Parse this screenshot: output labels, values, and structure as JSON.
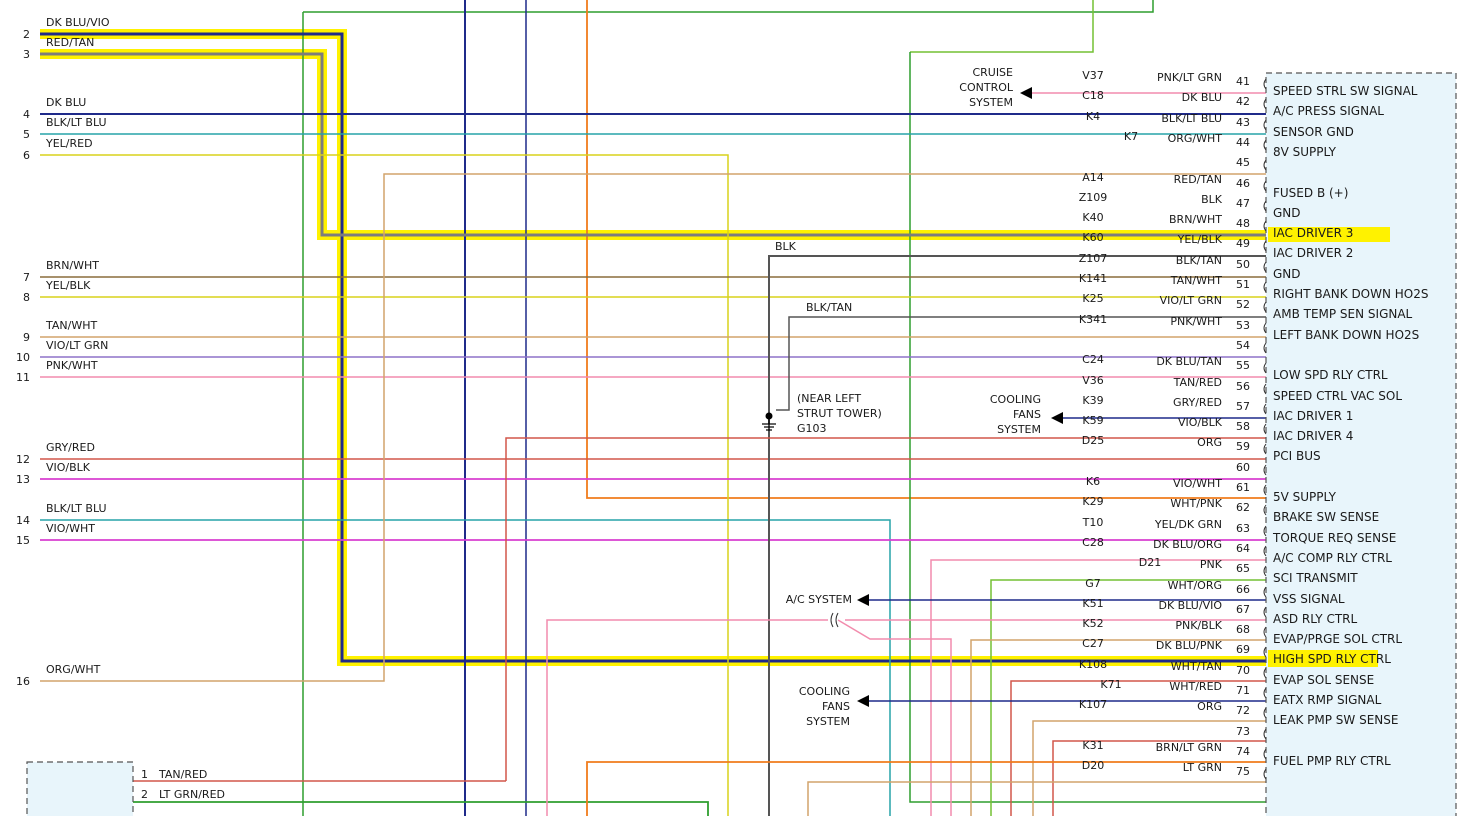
{
  "colors": {
    "dk_blu": "#1f2a8a",
    "lt_blu": "#27a3a8",
    "orange": "#f07c1c",
    "green": "#2f9e2f",
    "lt_green": "#74c134",
    "yellow": "#d8d21c",
    "gray": "#7d7d7d",
    "brown": "#8a6d3b",
    "tan": "#d2a46c",
    "violet": "#8d72c9",
    "pink": "#f28cad",
    "red": "#d2564a",
    "magenta": "#d83fd0",
    "highlight": "#fff200",
    "module_fill": "#e8f5fb"
  },
  "left_wires": [
    {
      "pin": "2",
      "label": "DK BLU/VIO"
    },
    {
      "pin": "3",
      "label": "RED/TAN"
    },
    {
      "pin": "4",
      "label": "DK BLU"
    },
    {
      "pin": "5",
      "label": "BLK/LT BLU"
    },
    {
      "pin": "6",
      "label": "YEL/RED"
    },
    {
      "pin": "7",
      "label": "BRN/WHT"
    },
    {
      "pin": "8",
      "label": "YEL/BLK"
    },
    {
      "pin": "9",
      "label": "TAN/WHT"
    },
    {
      "pin": "10",
      "label": "VIO/LT GRN"
    },
    {
      "pin": "11",
      "label": "PNK/WHT"
    },
    {
      "pin": "12",
      "label": "GRY/RED"
    },
    {
      "pin": "13",
      "label": "VIO/BLK"
    },
    {
      "pin": "14",
      "label": "BLK/LT BLU"
    },
    {
      "pin": "15",
      "label": "VIO/WHT"
    },
    {
      "pin": "16",
      "label": "ORG/WHT"
    }
  ],
  "bottom_connector": [
    {
      "pin": "1",
      "label": "TAN/RED"
    },
    {
      "pin": "2",
      "label": "LT GRN/RED"
    }
  ],
  "pcm_pins": [
    {
      "pin": "41",
      "circuit": "V37",
      "wire": "PNK/LT GRN",
      "function": "SPEED STRL SW SIGNAL"
    },
    {
      "pin": "42",
      "circuit": "C18",
      "wire": "DK BLU",
      "function": "A/C PRESS SIGNAL"
    },
    {
      "pin": "43",
      "circuit": "K4",
      "wire": "BLK/LT BLU",
      "function": "SENSOR GND"
    },
    {
      "pin": "44",
      "circuit": "K7",
      "wire": "ORG/WHT",
      "function": "8V SUPPLY"
    },
    {
      "pin": "45",
      "circuit": "",
      "wire": "",
      "function": ""
    },
    {
      "pin": "46",
      "circuit": "A14",
      "wire": "RED/TAN",
      "function": "FUSED B (+)"
    },
    {
      "pin": "47",
      "circuit": "Z109",
      "wire": "BLK",
      "function": "GND"
    },
    {
      "pin": "48",
      "circuit": "K40",
      "wire": "BRN/WHT",
      "function": "IAC DRIVER 3"
    },
    {
      "pin": "49",
      "circuit": "K60",
      "wire": "YEL/BLK",
      "function": "IAC DRIVER 2"
    },
    {
      "pin": "50",
      "circuit": "Z107",
      "wire": "BLK/TAN",
      "function": "GND"
    },
    {
      "pin": "51",
      "circuit": "K141",
      "wire": "TAN/WHT",
      "function": "RIGHT BANK DOWN HO2S"
    },
    {
      "pin": "52",
      "circuit": "K25",
      "wire": "VIO/LT GRN",
      "function": "AMB TEMP SEN SIGNAL"
    },
    {
      "pin": "53",
      "circuit": "K341",
      "wire": "PNK/WHT",
      "function": "LEFT BANK DOWN HO2S"
    },
    {
      "pin": "54",
      "circuit": "",
      "wire": "",
      "function": ""
    },
    {
      "pin": "55",
      "circuit": "C24",
      "wire": "DK BLU/TAN",
      "function": "LOW SPD RLY CTRL"
    },
    {
      "pin": "56",
      "circuit": "V36",
      "wire": "TAN/RED",
      "function": "SPEED CTRL VAC SOL"
    },
    {
      "pin": "57",
      "circuit": "K39",
      "wire": "GRY/RED",
      "function": "IAC DRIVER 1"
    },
    {
      "pin": "58",
      "circuit": "K59",
      "wire": "VIO/BLK",
      "function": "IAC DRIVER 4"
    },
    {
      "pin": "59",
      "circuit": "D25",
      "wire": "ORG",
      "function": "PCI BUS"
    },
    {
      "pin": "60",
      "circuit": "",
      "wire": "",
      "function": ""
    },
    {
      "pin": "61",
      "circuit": "K6",
      "wire": "VIO/WHT",
      "function": "5V SUPPLY"
    },
    {
      "pin": "62",
      "circuit": "K29",
      "wire": "WHT/PNK",
      "function": "BRAKE SW SENSE"
    },
    {
      "pin": "63",
      "circuit": "T10",
      "wire": "YEL/DK GRN",
      "function": "TORQUE REQ SENSE"
    },
    {
      "pin": "64",
      "circuit": "C28",
      "wire": "DK BLU/ORG",
      "function": "A/C COMP RLY CTRL"
    },
    {
      "pin": "65",
      "circuit": "D21",
      "wire": "PNK",
      "function": "SCI TRANSMIT"
    },
    {
      "pin": "66",
      "circuit": "G7",
      "wire": "WHT/ORG",
      "function": "VSS SIGNAL"
    },
    {
      "pin": "67",
      "circuit": "K51",
      "wire": "DK BLU/VIO",
      "function": "ASD RLY CTRL"
    },
    {
      "pin": "68",
      "circuit": "K52",
      "wire": "PNK/BLK",
      "function": "EVAP/PRGE SOL CTRL"
    },
    {
      "pin": "69",
      "circuit": "C27",
      "wire": "DK BLU/PNK",
      "function": "HIGH SPD RLY CTRL"
    },
    {
      "pin": "70",
      "circuit": "K108",
      "wire": "WHT/TAN",
      "function": "EVAP SOL SENSE"
    },
    {
      "pin": "71",
      "circuit": "K71",
      "wire": "WHT/RED",
      "function": "EATX RMP SIGNAL"
    },
    {
      "pin": "72",
      "circuit": "K107",
      "wire": "ORG",
      "function": "LEAK PMP SW SENSE"
    },
    {
      "pin": "73",
      "circuit": "",
      "wire": "",
      "function": ""
    },
    {
      "pin": "74",
      "circuit": "K31",
      "wire": "BRN/LT GRN",
      "function": "FUEL PMP RLY CTRL"
    },
    {
      "pin": "75",
      "circuit": "D20",
      "wire": "LT GRN",
      "function": ""
    }
  ],
  "annotations": {
    "cruise": [
      "CRUISE",
      "CONTROL",
      "SYSTEM"
    ],
    "cooling1": [
      "COOLING",
      "FANS",
      "SYSTEM"
    ],
    "cooling2": [
      "COOLING",
      "FANS",
      "SYSTEM"
    ],
    "ac_system": "A/C SYSTEM",
    "ground_loc": [
      "(NEAR LEFT",
      "STRUT TOWER)",
      "G103"
    ],
    "blk": "BLK",
    "blk_tan": "BLK/TAN"
  }
}
